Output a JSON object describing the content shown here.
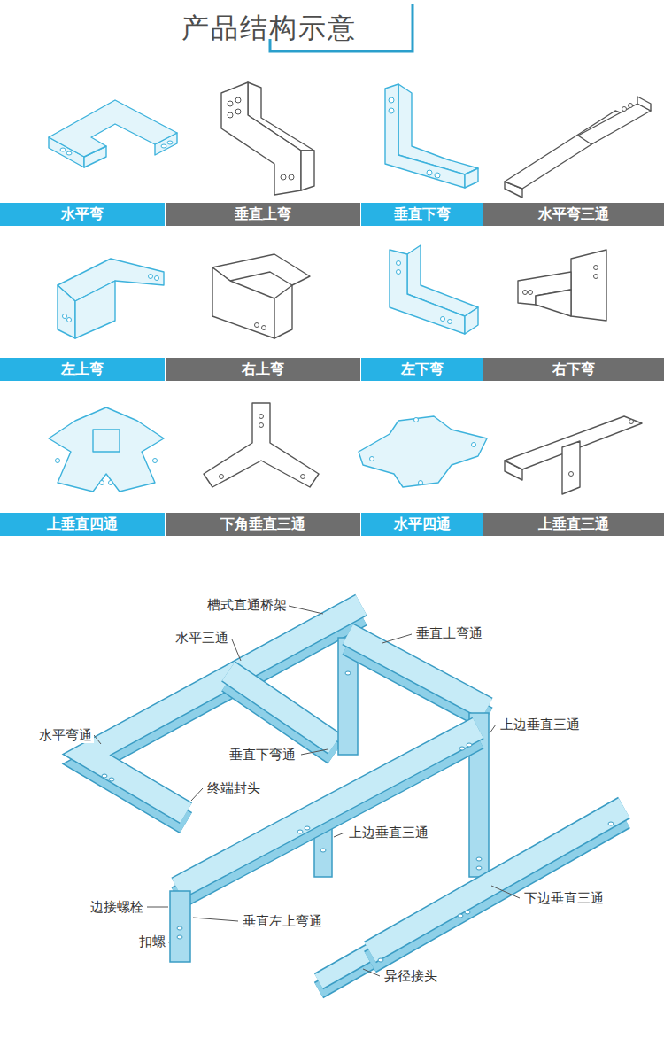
{
  "diagram": {
    "title": "产品结构示意",
    "nodes": [
      {
        "text": [
          "水平弯"
        ]
      },
      {
        "text": [
          "垂直上弯"
        ]
      },
      {
        "text": [
          "垂直下弯"
        ]
      },
      {
        "text": [
          "水平弯三通"
        ]
      },
      {
        "text": [
          "左上弯"
        ]
      },
      {
        "text": [
          "右上弯"
        ]
      },
      {
        "text": [
          "左下弯"
        ]
      },
      {
        "text": [
          "右下弯"
        ]
      },
      {
        "text": [
          "上垂直四通"
        ]
      },
      {
        "text": [
          "下角垂直三通"
        ]
      },
      {
        "text": [
          "水平四通"
        ]
      },
      {
        "text": [
          "上垂直三通"
        ]
      }
    ],
    "labels": [
      "槽式直通桥架",
      "垂直上弯通",
      "水平三通",
      "上边垂直三通",
      "水平弯通",
      "垂直下弯通",
      "终端封头",
      "上边垂直三通",
      "下边垂直三通",
      "边接螺栓",
      "垂直左上弯通",
      "扣螺",
      "异径接头"
    ]
  }
}
